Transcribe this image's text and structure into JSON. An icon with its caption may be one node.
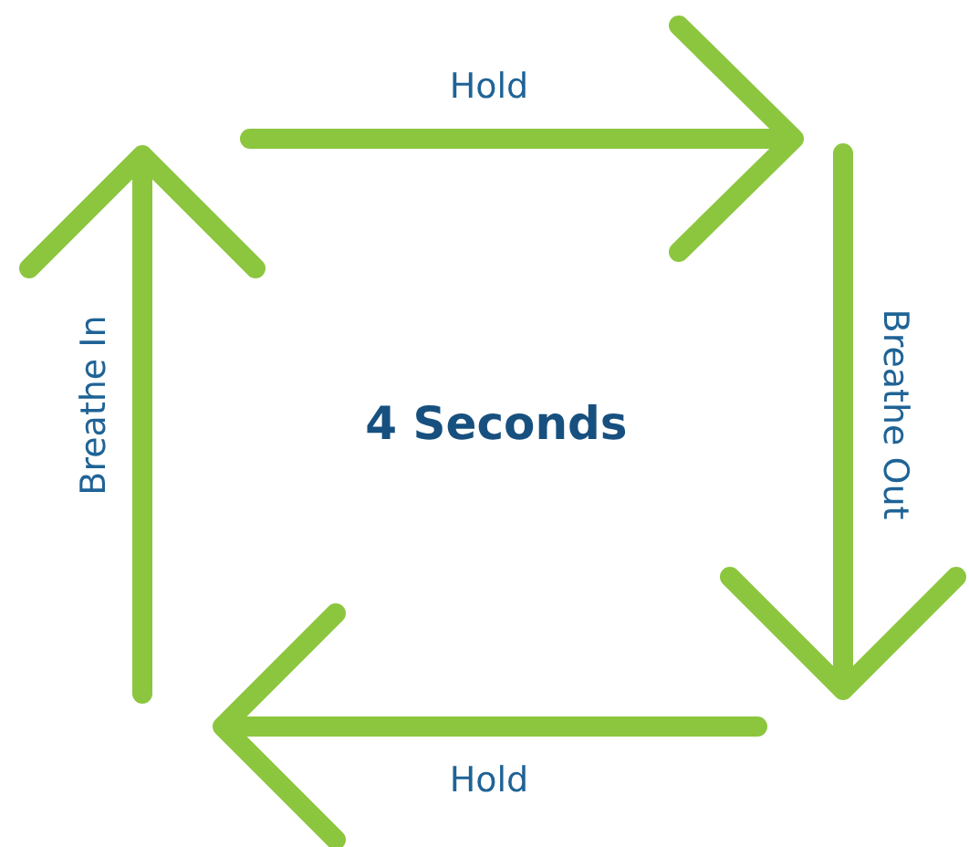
{
  "diagram": {
    "labels": [
      "Hold",
      "Breathe Out",
      "4 Seconds",
      "Hold",
      "Breathe In"
    ]
  }
}
